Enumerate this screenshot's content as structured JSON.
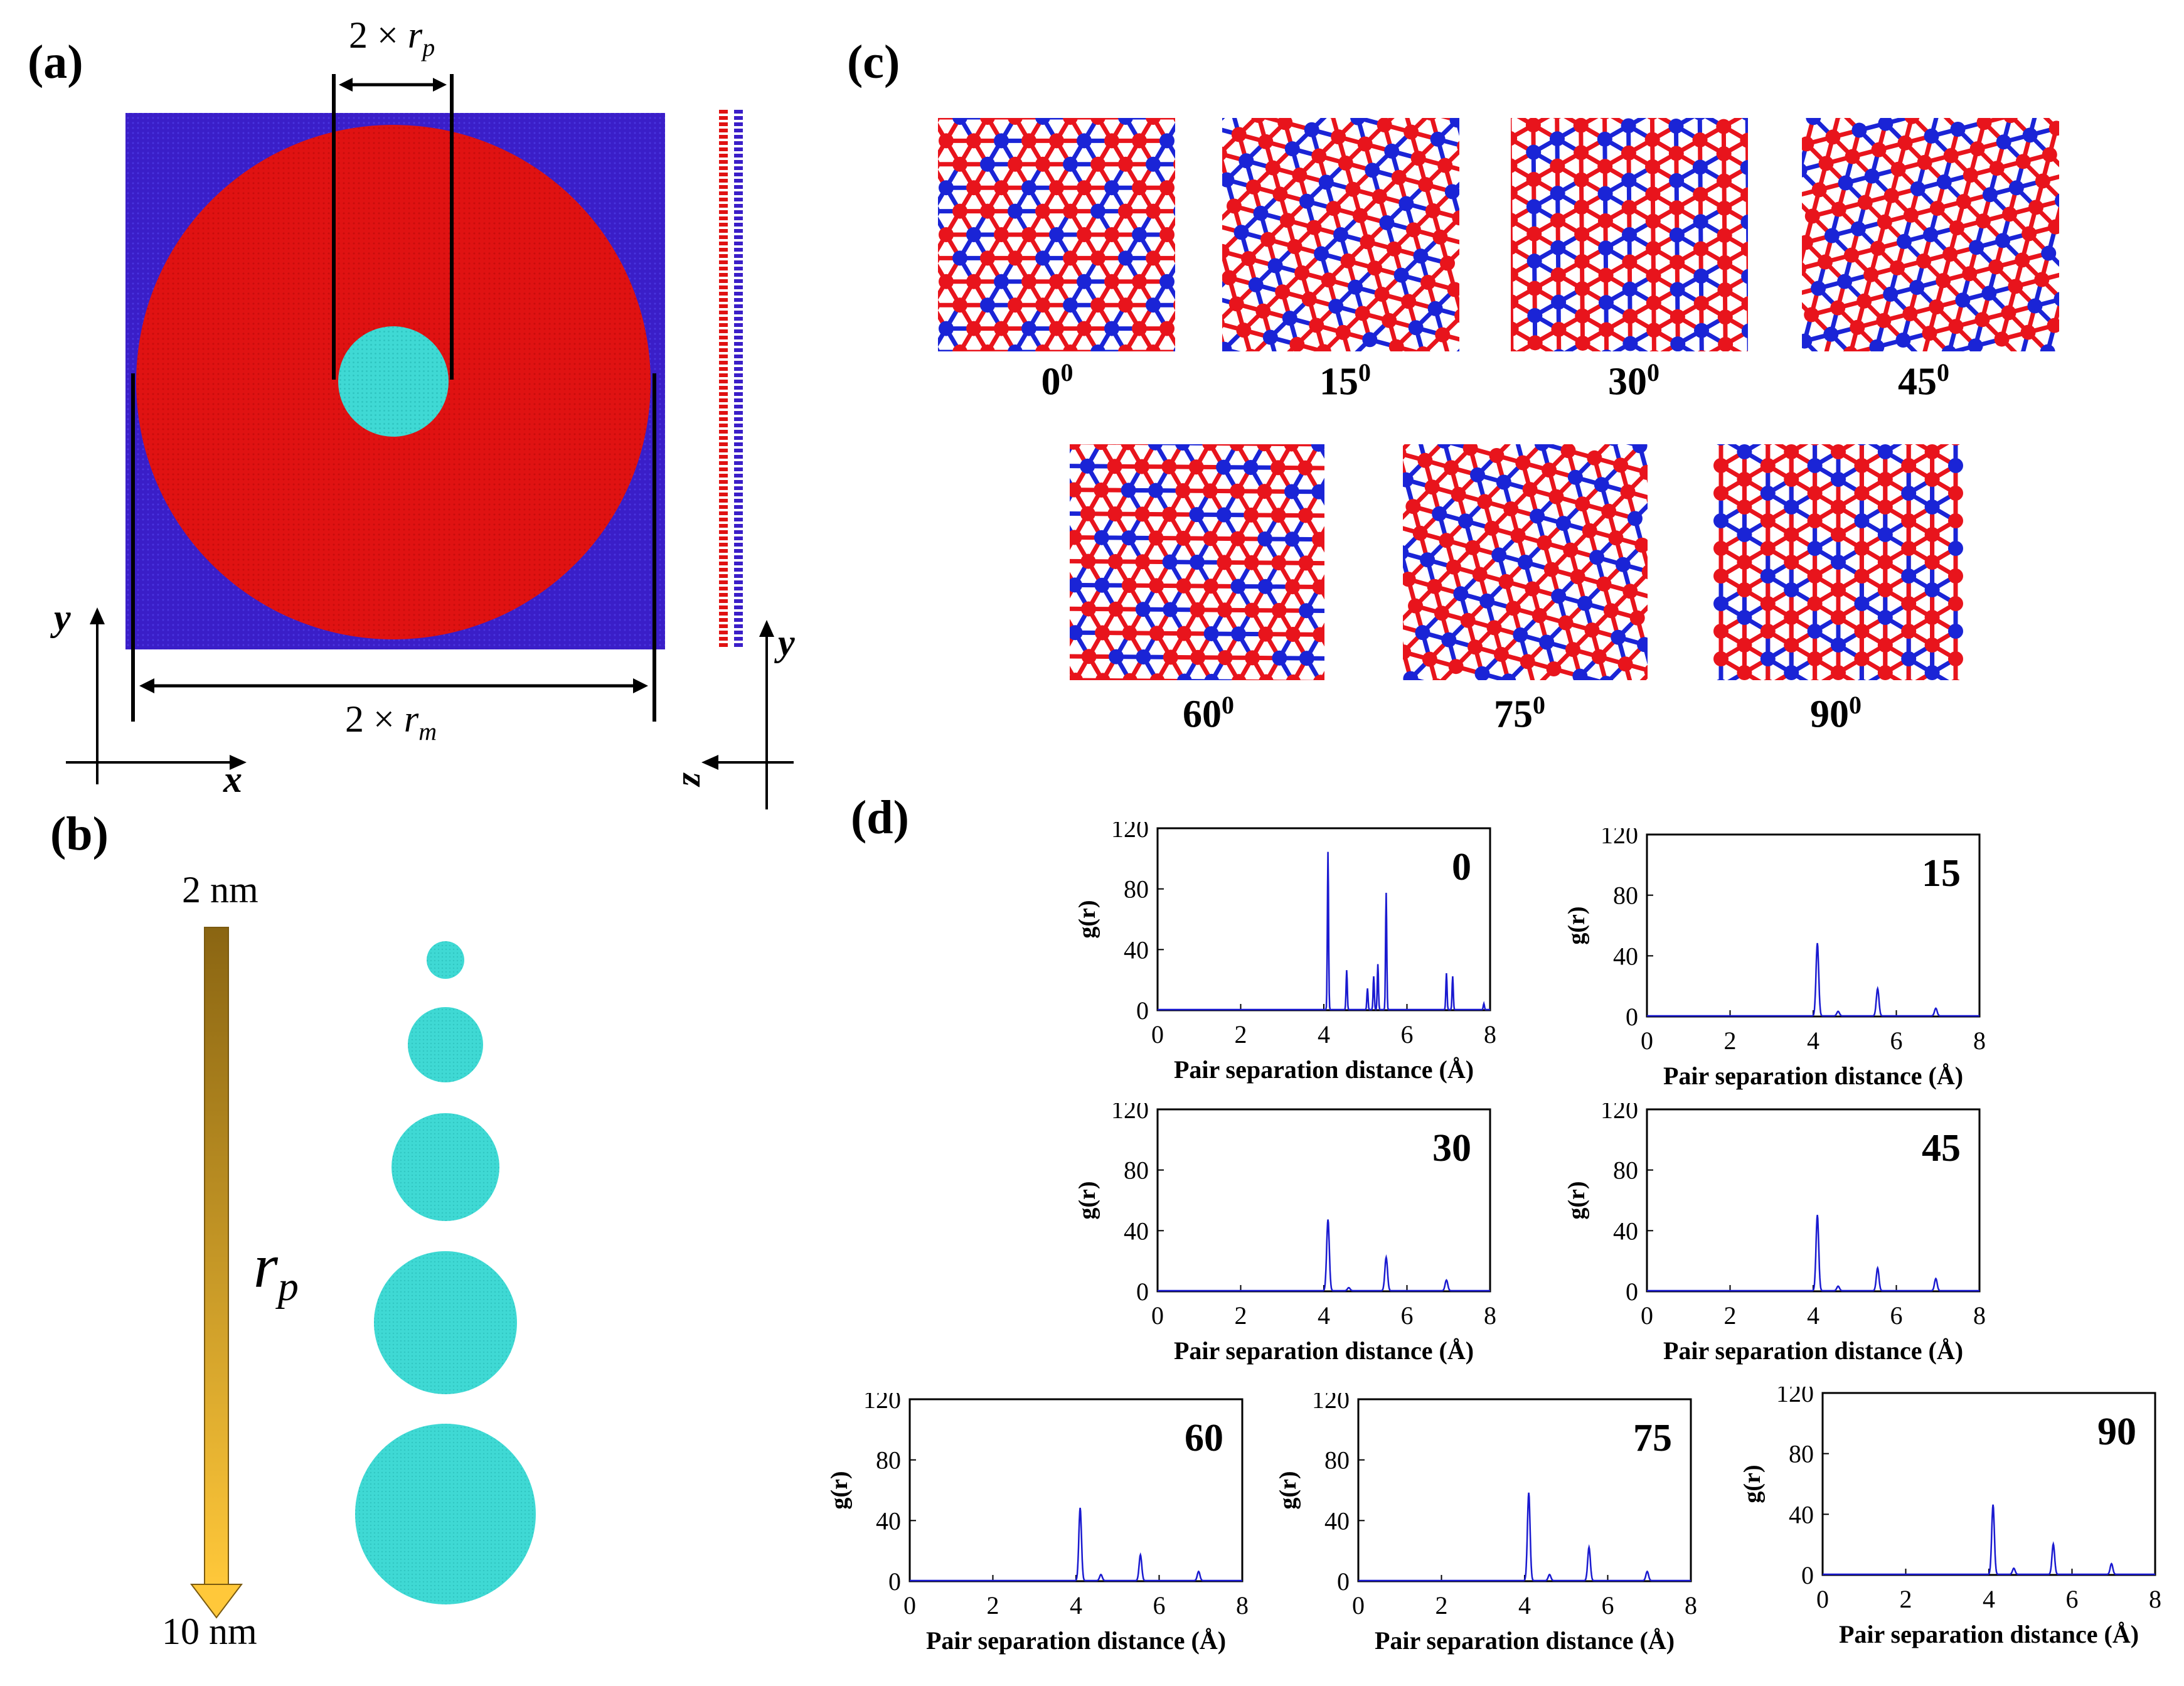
{
  "panels": {
    "a": "(a)",
    "b": "(b)",
    "c": "(c)",
    "d": "(d)"
  },
  "panel_a": {
    "rp_label_prefix": "2 × ",
    "rp_symbol": "r",
    "rp_sub": "p",
    "rm_label_prefix": "2 × ",
    "rm_symbol": "r",
    "rm_sub": "m",
    "axis_x": "x",
    "axis_y": "y",
    "axis_y2": "y",
    "axis_z": "z",
    "colors": {
      "membrane": "#e01212",
      "support": "#3a1ec8",
      "pore": "#3fd9d4"
    }
  },
  "panel_b": {
    "top_label": "2 nm",
    "bottom_label": "10 nm",
    "rp_symbol": "r",
    "rp_sub": "p",
    "sphere_color": "#3fd9d4",
    "arrow_color_top": "#8a6512",
    "arrow_color_bottom": "#ffc83a"
  },
  "panel_c": {
    "angles": [
      "0",
      "15",
      "30",
      "45",
      "60",
      "75",
      "90"
    ],
    "degree_mark": "0",
    "atom_colors": {
      "a": "#e8141c",
      "b": "#1a24d6"
    }
  },
  "panel_d": {
    "ylabel": "g(r)",
    "xlabel": "Pair separation distance (Å)",
    "xticks": [
      "0",
      "2",
      "4",
      "6",
      "8"
    ],
    "yticks": [
      "0",
      "40",
      "80",
      "120"
    ],
    "line_color": "#1a1ad0"
  },
  "chart_data": [
    {
      "type": "line",
      "title": "0",
      "xlabel": "Pair separation distance (Å)",
      "ylabel": "g(r)",
      "xlim": [
        0,
        8
      ],
      "ylim": [
        0,
        120
      ],
      "peaks": [
        [
          4.1,
          104
        ],
        [
          4.55,
          26
        ],
        [
          5.05,
          14
        ],
        [
          5.2,
          22
        ],
        [
          5.3,
          30
        ],
        [
          5.5,
          77
        ],
        [
          6.95,
          24
        ],
        [
          7.1,
          22
        ],
        [
          7.85,
          4
        ]
      ]
    },
    {
      "type": "line",
      "title": "15",
      "xlabel": "Pair separation distance (Å)",
      "ylabel": "g(r)",
      "xlim": [
        0,
        8
      ],
      "ylim": [
        0,
        120
      ],
      "peaks": [
        [
          4.1,
          48
        ],
        [
          4.6,
          3
        ],
        [
          5.55,
          18
        ],
        [
          6.95,
          5
        ]
      ]
    },
    {
      "type": "line",
      "title": "30",
      "xlabel": "Pair separation distance (Å)",
      "ylabel": "g(r)",
      "xlim": [
        0,
        8
      ],
      "ylim": [
        0,
        120
      ],
      "peaks": [
        [
          4.1,
          47
        ],
        [
          4.6,
          2
        ],
        [
          5.5,
          22
        ],
        [
          6.95,
          7
        ]
      ]
    },
    {
      "type": "line",
      "title": "45",
      "xlabel": "Pair separation distance (Å)",
      "ylabel": "g(r)",
      "xlim": [
        0,
        8
      ],
      "ylim": [
        0,
        120
      ],
      "peaks": [
        [
          4.1,
          50
        ],
        [
          4.6,
          3
        ],
        [
          5.55,
          15
        ],
        [
          6.95,
          8
        ]
      ]
    },
    {
      "type": "line",
      "title": "60",
      "xlabel": "Pair separation distance (Å)",
      "ylabel": "g(r)",
      "xlim": [
        0,
        8
      ],
      "ylim": [
        0,
        120
      ],
      "peaks": [
        [
          4.1,
          48
        ],
        [
          4.6,
          4
        ],
        [
          5.55,
          17
        ],
        [
          6.95,
          6
        ]
      ]
    },
    {
      "type": "line",
      "title": "75",
      "xlabel": "Pair separation distance (Å)",
      "ylabel": "g(r)",
      "xlim": [
        0,
        8
      ],
      "ylim": [
        0,
        120
      ],
      "peaks": [
        [
          4.1,
          58
        ],
        [
          4.6,
          4
        ],
        [
          5.55,
          22
        ],
        [
          6.95,
          6
        ]
      ]
    },
    {
      "type": "line",
      "title": "90",
      "xlabel": "Pair separation distance (Å)",
      "ylabel": "g(r)",
      "xlim": [
        0,
        8
      ],
      "ylim": [
        0,
        120
      ],
      "peaks": [
        [
          4.1,
          46
        ],
        [
          4.6,
          4
        ],
        [
          5.55,
          20
        ],
        [
          6.95,
          7
        ]
      ]
    }
  ]
}
